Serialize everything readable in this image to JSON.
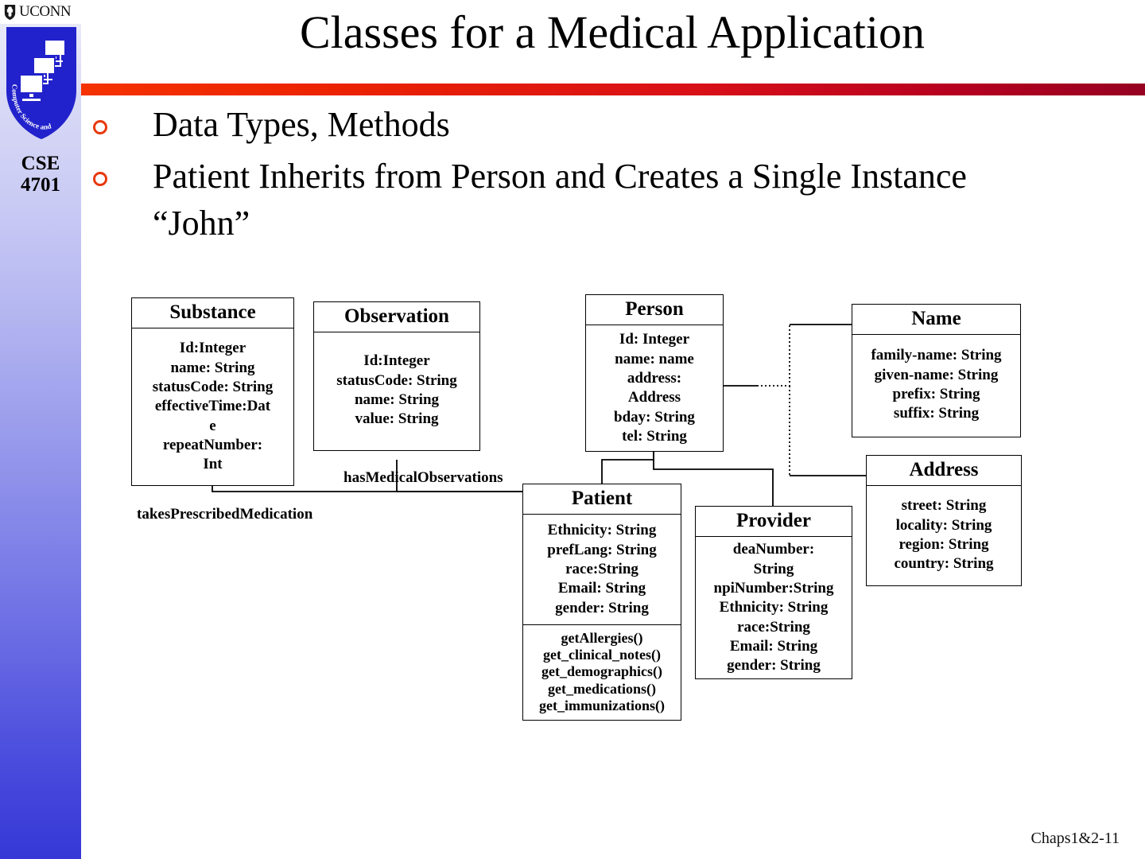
{
  "sidebar": {
    "university_wordmark": "UCONN",
    "crest_icon": "oak-tree-crest-icon",
    "shield_icon": "cse-shield-icon",
    "shield_ribbon_text": "Computer Science and Engineering",
    "course_code": "CSE\n4701"
  },
  "header": {
    "title": "Classes for a Medical Application",
    "rule_color_start": "#F53200",
    "rule_color_end": "#960021"
  },
  "bullets": {
    "marker_icon": "hollow-circle-bullet-icon",
    "marker_color": "#E8380D",
    "items": [
      "Data Types, Methods",
      "Patient Inherits from Person and Creates a Single Instance “John”"
    ]
  },
  "diagram": {
    "type": "uml-class-diagram",
    "classes": [
      {
        "id": "substance",
        "name": "Substance",
        "attributes": [
          "Id:Integer",
          "name: String",
          "statusCode: String",
          "effectiveTime:Dat",
          "e",
          "repeatNumber:",
          "Int"
        ],
        "operations": []
      },
      {
        "id": "observation",
        "name": "Observation",
        "attributes": [
          "Id:Integer",
          "statusCode: String",
          "name: String",
          "value: String"
        ],
        "operations": []
      },
      {
        "id": "person",
        "name": "Person",
        "attributes": [
          "Id: Integer",
          "name: name",
          "address:",
          "Address",
          "bday: String",
          "tel: String"
        ],
        "operations": []
      },
      {
        "id": "name",
        "name": "Name",
        "attributes": [
          "family-name: String",
          "given-name: String",
          "prefix: String",
          "suffix: String"
        ],
        "operations": []
      },
      {
        "id": "address",
        "name": "Address",
        "attributes": [
          "street: String",
          "locality: String",
          "region: String",
          "country: String"
        ],
        "operations": []
      },
      {
        "id": "patient",
        "name": "Patient",
        "attributes": [
          "Ethnicity: String",
          "prefLang: String",
          "race:String",
          "Email: String",
          "gender: String"
        ],
        "operations": [
          "getAllergies()",
          "get_clinical_notes()",
          "get_demographics()",
          "get_medications()",
          "get_immunizations()"
        ]
      },
      {
        "id": "provider",
        "name": "Provider",
        "attributes": [
          "deaNumber:",
          "String",
          "npiNumber:String",
          "Ethnicity: String",
          "race:String",
          "Email: String",
          "gender: String"
        ],
        "operations": []
      }
    ],
    "associations": [
      {
        "id": "takes",
        "label": "takesPrescribedMedication",
        "from": "substance",
        "to": "patient",
        "style": "solid"
      },
      {
        "id": "hasmed",
        "label": "hasMedicalObservations",
        "from": "observation",
        "to": "patient",
        "style": "solid"
      },
      {
        "id": "person-patient",
        "label": "",
        "from": "person",
        "to": "patient",
        "style": "solid"
      },
      {
        "id": "person-provider",
        "label": "",
        "from": "person",
        "to": "provider",
        "style": "solid"
      },
      {
        "id": "person-name",
        "label": "",
        "from": "person",
        "to": "name",
        "style": "dotted"
      },
      {
        "id": "person-address",
        "label": "",
        "from": "person",
        "to": "address",
        "style": "dotted"
      }
    ]
  },
  "footer": {
    "page_label": "Chaps1&2-11"
  }
}
